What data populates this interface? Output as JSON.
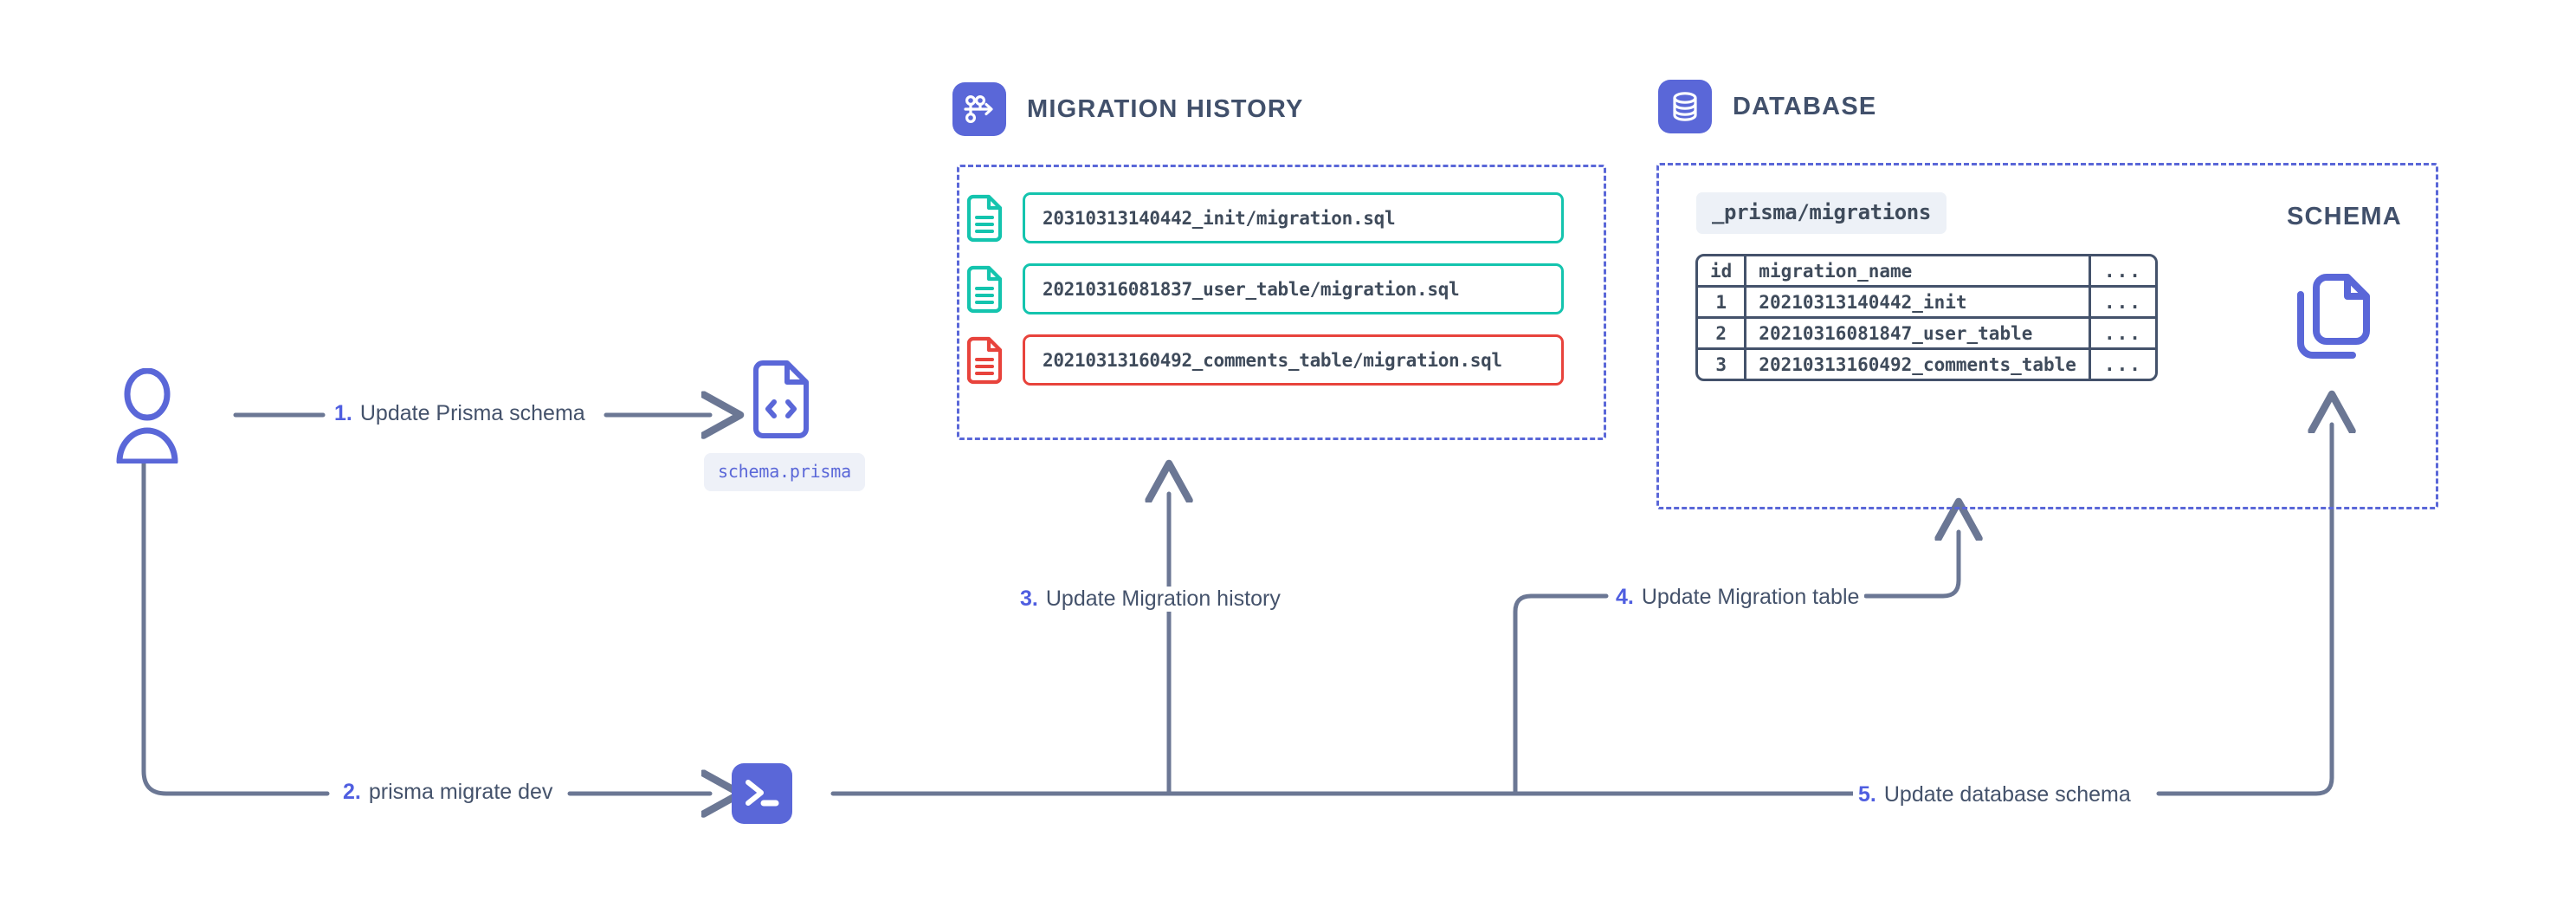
{
  "diagram": {
    "title": "Prisma Migrate development workflow",
    "colors": {
      "indigo": "#5a67d8",
      "teal": "#14c4ae",
      "red": "#e8433c",
      "slate": "#44526b",
      "chip_bg": "#edf1f7"
    }
  },
  "actor": {
    "name": "developer",
    "icon": "user-icon"
  },
  "schema_file": {
    "icon": "code-file-icon",
    "filename": "schema.prisma"
  },
  "terminal": {
    "icon": "terminal-icon"
  },
  "migration_history": {
    "icon": "branch-merge-icon",
    "title": "MIGRATION HISTORY",
    "files": [
      {
        "name": "20310313140442_init/migration.sql",
        "status": "existing",
        "color": "#14c4ae",
        "icon": "file-lines-icon"
      },
      {
        "name": "20210316081837_user_table/migration.sql",
        "status": "existing",
        "color": "#14c4ae",
        "icon": "file-lines-icon"
      },
      {
        "name": "20210313160492_comments_table/migration.sql",
        "status": "new",
        "color": "#e8433c",
        "icon": "file-lines-icon"
      }
    ]
  },
  "database": {
    "icon": "database-icon",
    "title": "DATABASE",
    "table_chip": "_prisma/migrations",
    "table": {
      "columns": [
        "id",
        "migration_name",
        "..."
      ],
      "rows": [
        {
          "id": "1",
          "migration_name": "20210313140442_init",
          "dots": "...",
          "state": "existing"
        },
        {
          "id": "2",
          "migration_name": "20210316081847_user_table",
          "dots": "...",
          "state": "existing"
        },
        {
          "id": "3",
          "migration_name": "20210313160492_comments_table",
          "dots": "...",
          "state": "new"
        }
      ]
    },
    "schema_label": "SCHEMA",
    "schema_icon": "copy-files-icon"
  },
  "steps": [
    {
      "num": "1.",
      "label": "Update Prisma schema"
    },
    {
      "num": "2.",
      "label": "prisma migrate dev"
    },
    {
      "num": "3.",
      "label": "Update Migration history"
    },
    {
      "num": "4.",
      "label": "Update Migration table"
    },
    {
      "num": "5.",
      "label": "Update database schema"
    }
  ]
}
